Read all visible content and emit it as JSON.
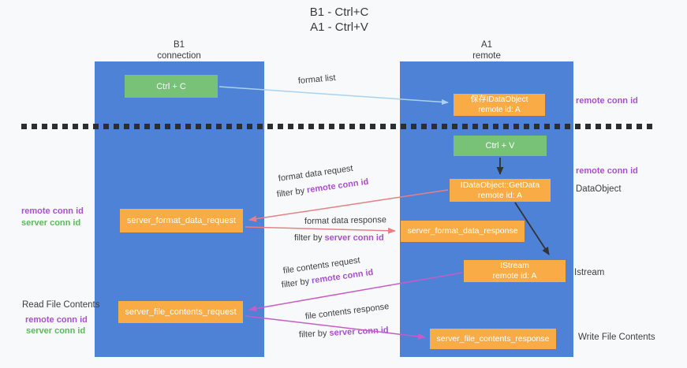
{
  "title": {
    "line1": "B1 - Ctrl+C",
    "line2": "A1 - Ctrl+V"
  },
  "columns": {
    "left": {
      "name": "B1",
      "role": "connection"
    },
    "right": {
      "name": "A1",
      "role": "remote"
    }
  },
  "boxes": {
    "ctrl_c": {
      "label": "Ctrl + C"
    },
    "ctrl_v": {
      "label": "Ctrl + V"
    },
    "save_dataobject": {
      "line1": "保存IDataObject",
      "line2": "remote id: A"
    },
    "getdata": {
      "line1": "IDataObject::GetData",
      "line2": "remote id: A"
    },
    "istream": {
      "line1": "IStream",
      "line2": "remote id: A"
    },
    "server_format_data_request": {
      "label": "server_format_data_request"
    },
    "server_format_data_response": {
      "label": "server_format_data_response"
    },
    "server_file_contents_request": {
      "label": "server_file_contents_request"
    },
    "server_file_contents_response": {
      "label": "server_file_contents_response"
    }
  },
  "annotations": {
    "left": {
      "remote_conn_id_1": "remote conn id",
      "server_conn_id_1": "server conn id",
      "read_file_contents": "Read File Contents",
      "remote_conn_id_2": "remote conn id",
      "server_conn_id_2": "server conn id"
    },
    "right": {
      "remote_conn_id_1": "remote conn id",
      "remote_conn_id_2": "remote conn id",
      "dataobject": "DataObject",
      "istream": "Istream",
      "write_file_contents": "Write File Contents"
    }
  },
  "arrow_labels": {
    "format_list": "format list",
    "format_data_request": "format data request",
    "format_data_response": "format data response",
    "file_contents_request": "file contents request",
    "file_contents_response": "file contents response",
    "filter_by": "filter by ",
    "remote_conn_id": "remote conn id",
    "server_conn_id": "server conn id"
  },
  "colors": {
    "column_blue": "#4e82d6",
    "box_orange": "#f9ac45",
    "box_green": "#77c277",
    "purple_text": "#a94fd1",
    "green_text": "#5cb85c",
    "arrow_lightblue": "#a9d2f0",
    "arrow_red": "#e87f86",
    "arrow_magenta": "#c75bc7",
    "arrow_black": "#333333"
  }
}
